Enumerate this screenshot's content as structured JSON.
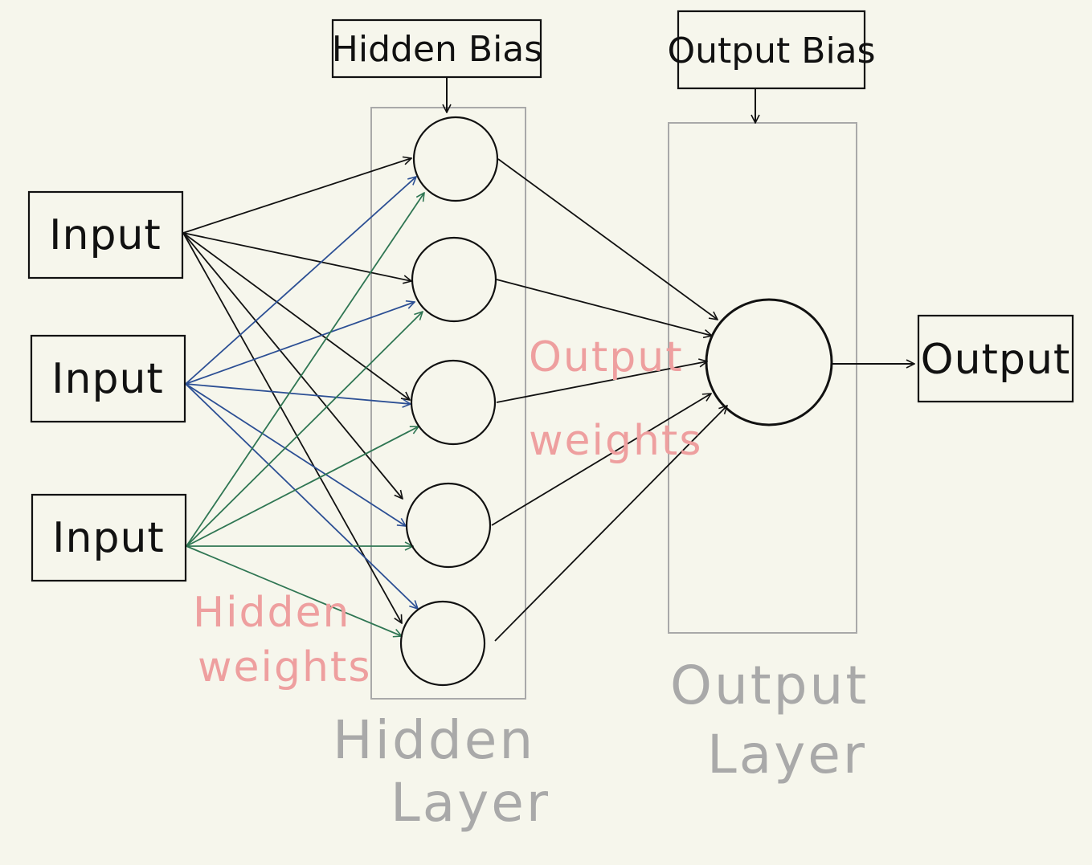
{
  "labels": {
    "input_1": "Input",
    "input_2": "Input",
    "input_3": "Input",
    "hidden_bias": "Hidden Bias",
    "output_bias": "Output Bias",
    "output": "Output",
    "hidden_weights_line1": "Hidden",
    "hidden_weights_line2": "weights",
    "output_weights_line1": "Output",
    "output_weights_line2": "weights",
    "hidden_layer_line1": "Hidden",
    "hidden_layer_line2": "Layer",
    "output_layer_line1": "Output",
    "output_layer_line2": "Layer"
  },
  "colors": {
    "background": "#f6f6ec",
    "ink": "#111111",
    "input_1_edges": "#111111",
    "input_2_edges": "#2c4f94",
    "input_3_edges": "#2f7653",
    "weights_annotation": "#ee9f9f",
    "layer_annotation": "#a9a9a9"
  },
  "network": {
    "inputs": 3,
    "hidden_neurons": 5,
    "output_neurons": 1
  }
}
